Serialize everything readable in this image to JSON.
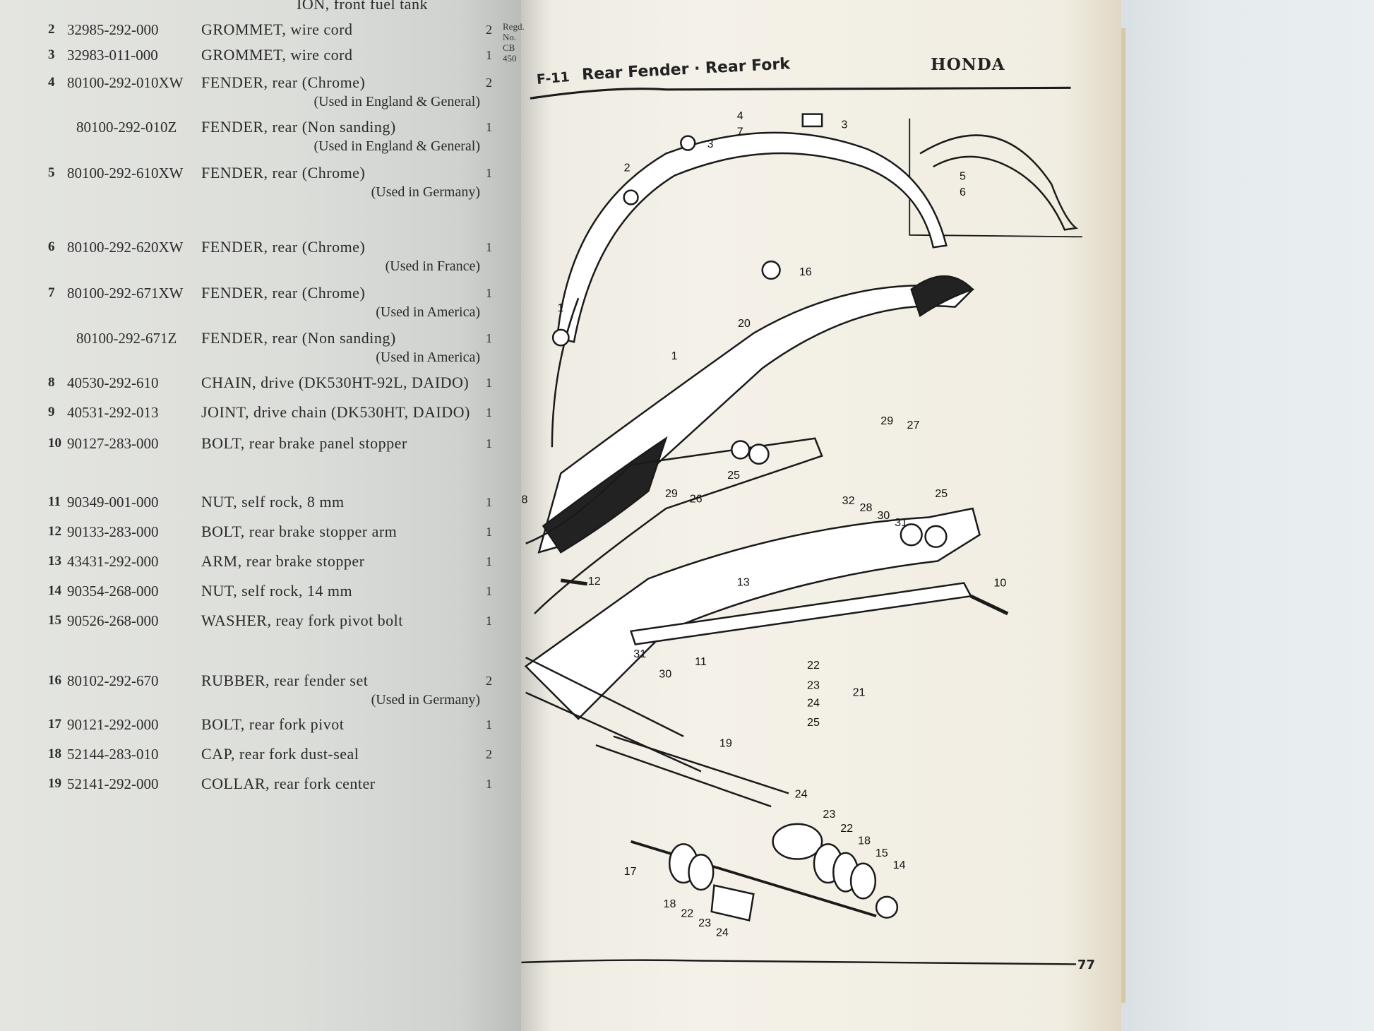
{
  "left_page": {
    "top_fragment": "ION, front fuel tank",
    "side_tab": "Regd. No. CB 450",
    "rows": [
      {
        "num": "2",
        "part": "32985-292-000",
        "desc": "GROMMET, wire cord",
        "note": "",
        "qty": "2"
      },
      {
        "num": "3",
        "part": "32983-011-000",
        "desc": "GROMMET, wire cord",
        "note": "",
        "qty": "1"
      },
      {
        "num": "4",
        "part": "80100-292-010XW",
        "desc": "FENDER, rear (Chrome)",
        "note": "(Used in England & General)",
        "qty": "2"
      },
      {
        "num": "",
        "part": "80100-292-010Z",
        "desc": "FENDER, rear (Non sanding)",
        "note": "(Used in England & General)",
        "qty": "1"
      },
      {
        "num": "5",
        "part": "80100-292-610XW",
        "desc": "FENDER, rear (Chrome)",
        "note": "(Used in Germany)",
        "qty": "1"
      },
      {
        "num": "6",
        "part": "80100-292-620XW",
        "desc": "FENDER, rear (Chrome)",
        "note": "(Used in France)",
        "qty": "1"
      },
      {
        "num": "7",
        "part": "80100-292-671XW",
        "desc": "FENDER, rear (Chrome)",
        "note": "(Used in America)",
        "qty": "1"
      },
      {
        "num": "",
        "part": "80100-292-671Z",
        "desc": "FENDER, rear (Non sanding)",
        "note": "(Used in America)",
        "qty": "1"
      },
      {
        "num": "8",
        "part": "40530-292-610",
        "desc": "CHAIN, drive (DK530HT-92L, DAIDO)",
        "note": "",
        "qty": "1"
      },
      {
        "num": "9",
        "part": "40531-292-013",
        "desc": "JOINT, drive chain (DK530HT, DAIDO)",
        "note": "",
        "qty": "1"
      },
      {
        "num": "10",
        "part": "90127-283-000",
        "desc": "BOLT, rear brake panel stopper",
        "note": "",
        "qty": "1"
      },
      {
        "num": "11",
        "part": "90349-001-000",
        "desc": "NUT, self rock, 8 mm",
        "note": "",
        "qty": "1"
      },
      {
        "num": "12",
        "part": "90133-283-000",
        "desc": "BOLT, rear brake stopper arm",
        "note": "",
        "qty": "1"
      },
      {
        "num": "13",
        "part": "43431-292-000",
        "desc": "ARM, rear brake stopper",
        "note": "",
        "qty": "1"
      },
      {
        "num": "14",
        "part": "90354-268-000",
        "desc": "NUT, self rock, 14 mm",
        "note": "",
        "qty": "1"
      },
      {
        "num": "15",
        "part": "90526-268-000",
        "desc": "WASHER, reay fork pivot bolt",
        "note": "",
        "qty": "1"
      },
      {
        "num": "16",
        "part": "80102-292-670",
        "desc": "RUBBER, rear fender set",
        "note": "(Used in Germany)",
        "qty": "2"
      },
      {
        "num": "17",
        "part": "90121-292-000",
        "desc": "BOLT, rear fork pivot",
        "note": "",
        "qty": "1"
      },
      {
        "num": "18",
        "part": "52144-283-010",
        "desc": "CAP, rear fork dust-seal",
        "note": "",
        "qty": "2"
      },
      {
        "num": "19",
        "part": "52141-292-000",
        "desc": "COLLAR, rear fork center",
        "note": "",
        "qty": "1"
      }
    ]
  },
  "right_page": {
    "section_code": "F-11",
    "section_title": "Rear Fender · Rear Fork",
    "brand": "HONDA",
    "page_number": "77",
    "callouts": [
      "4",
      "7",
      "3",
      "3",
      "2",
      "5",
      "6",
      "16",
      "1",
      "20",
      "1",
      "29",
      "27",
      "25",
      "29",
      "26",
      "8",
      "32",
      "28",
      "30",
      "31",
      "25",
      "12",
      "13",
      "10",
      "31",
      "11",
      "30",
      "22",
      "23",
      "24",
      "25",
      "21",
      "19",
      "24",
      "23",
      "22",
      "18",
      "15",
      "14",
      "17",
      "18",
      "22",
      "23",
      "24"
    ]
  }
}
